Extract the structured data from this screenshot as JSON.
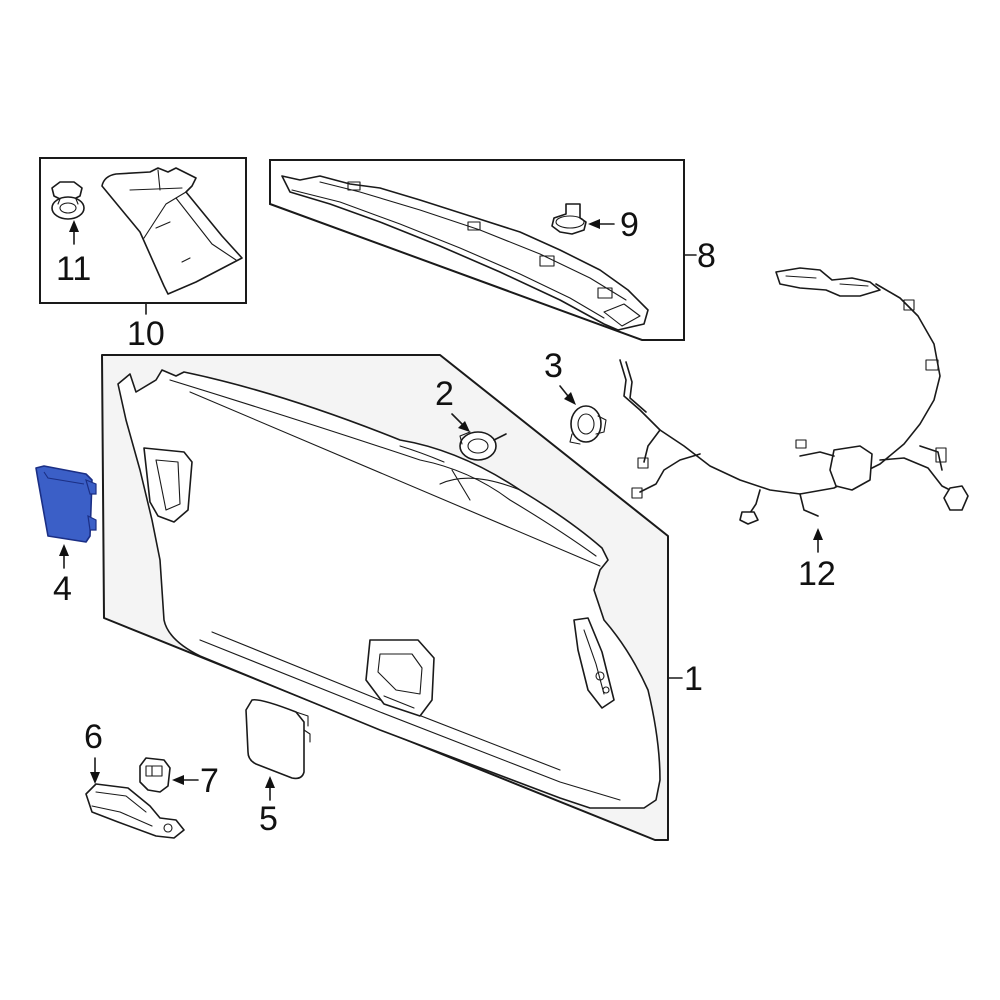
{
  "diagram": {
    "callouts": {
      "c1": "1",
      "c2": "2",
      "c3": "3",
      "c4": "4",
      "c5": "5",
      "c6": "6",
      "c7": "7",
      "c8": "8",
      "c9": "9",
      "c10": "10",
      "c11": "11",
      "c12": "12"
    },
    "highlight_part": "4",
    "colors": {
      "highlight": "#3b5fc7",
      "highlight_stroke": "#1b2f85",
      "line": "#1a1a1a",
      "background": "#ffffff"
    }
  }
}
